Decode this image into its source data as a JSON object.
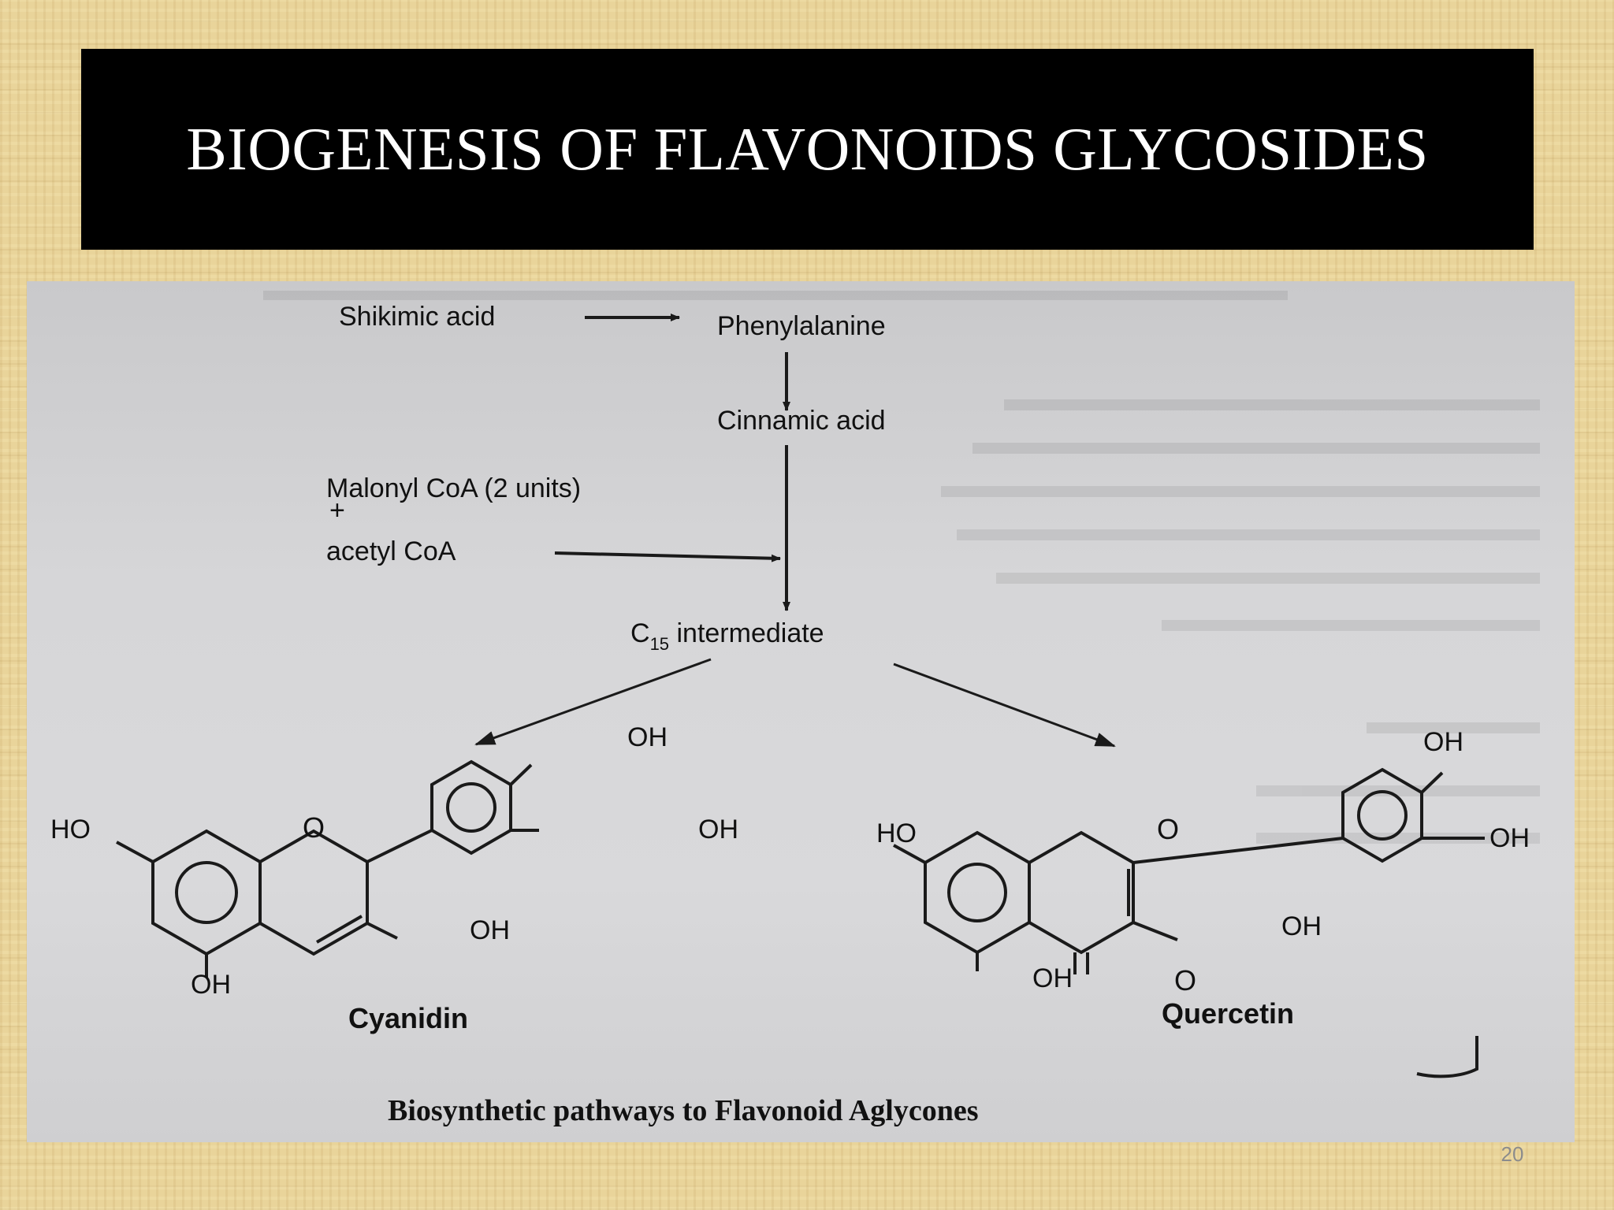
{
  "slide": {
    "title": "BIOGENESIS OF FLAVONOIDS GLYCOSIDES",
    "page_number": "20"
  },
  "pathway": {
    "shikimic": "Shikimic acid",
    "phenylalanine": "Phenylalanine",
    "cinnamic": "Cinnamic acid",
    "malonyl": "Malonyl CoA (2 units)",
    "plus": "+",
    "acetyl": "acetyl CoA",
    "c15_base": "C",
    "c15_sub": "15",
    "c15_rest": " intermediate"
  },
  "cyanidin": {
    "name": "Cyanidin",
    "ho_left": "HO",
    "ring_o": "O",
    "oh_top": "OH",
    "oh_right": "OH",
    "oh_c3": "OH",
    "oh_bottom": "OH"
  },
  "quercetin": {
    "name": "Quercetin",
    "ho_left": "HO",
    "ring_o": "O",
    "oh_top": "OH",
    "oh_right": "OH",
    "oh_c3": "OH",
    "oh_bottom": "OH",
    "carbonyl_o": "O"
  },
  "caption": "Biosynthetic pathways to Flavonoid Aglycones"
}
